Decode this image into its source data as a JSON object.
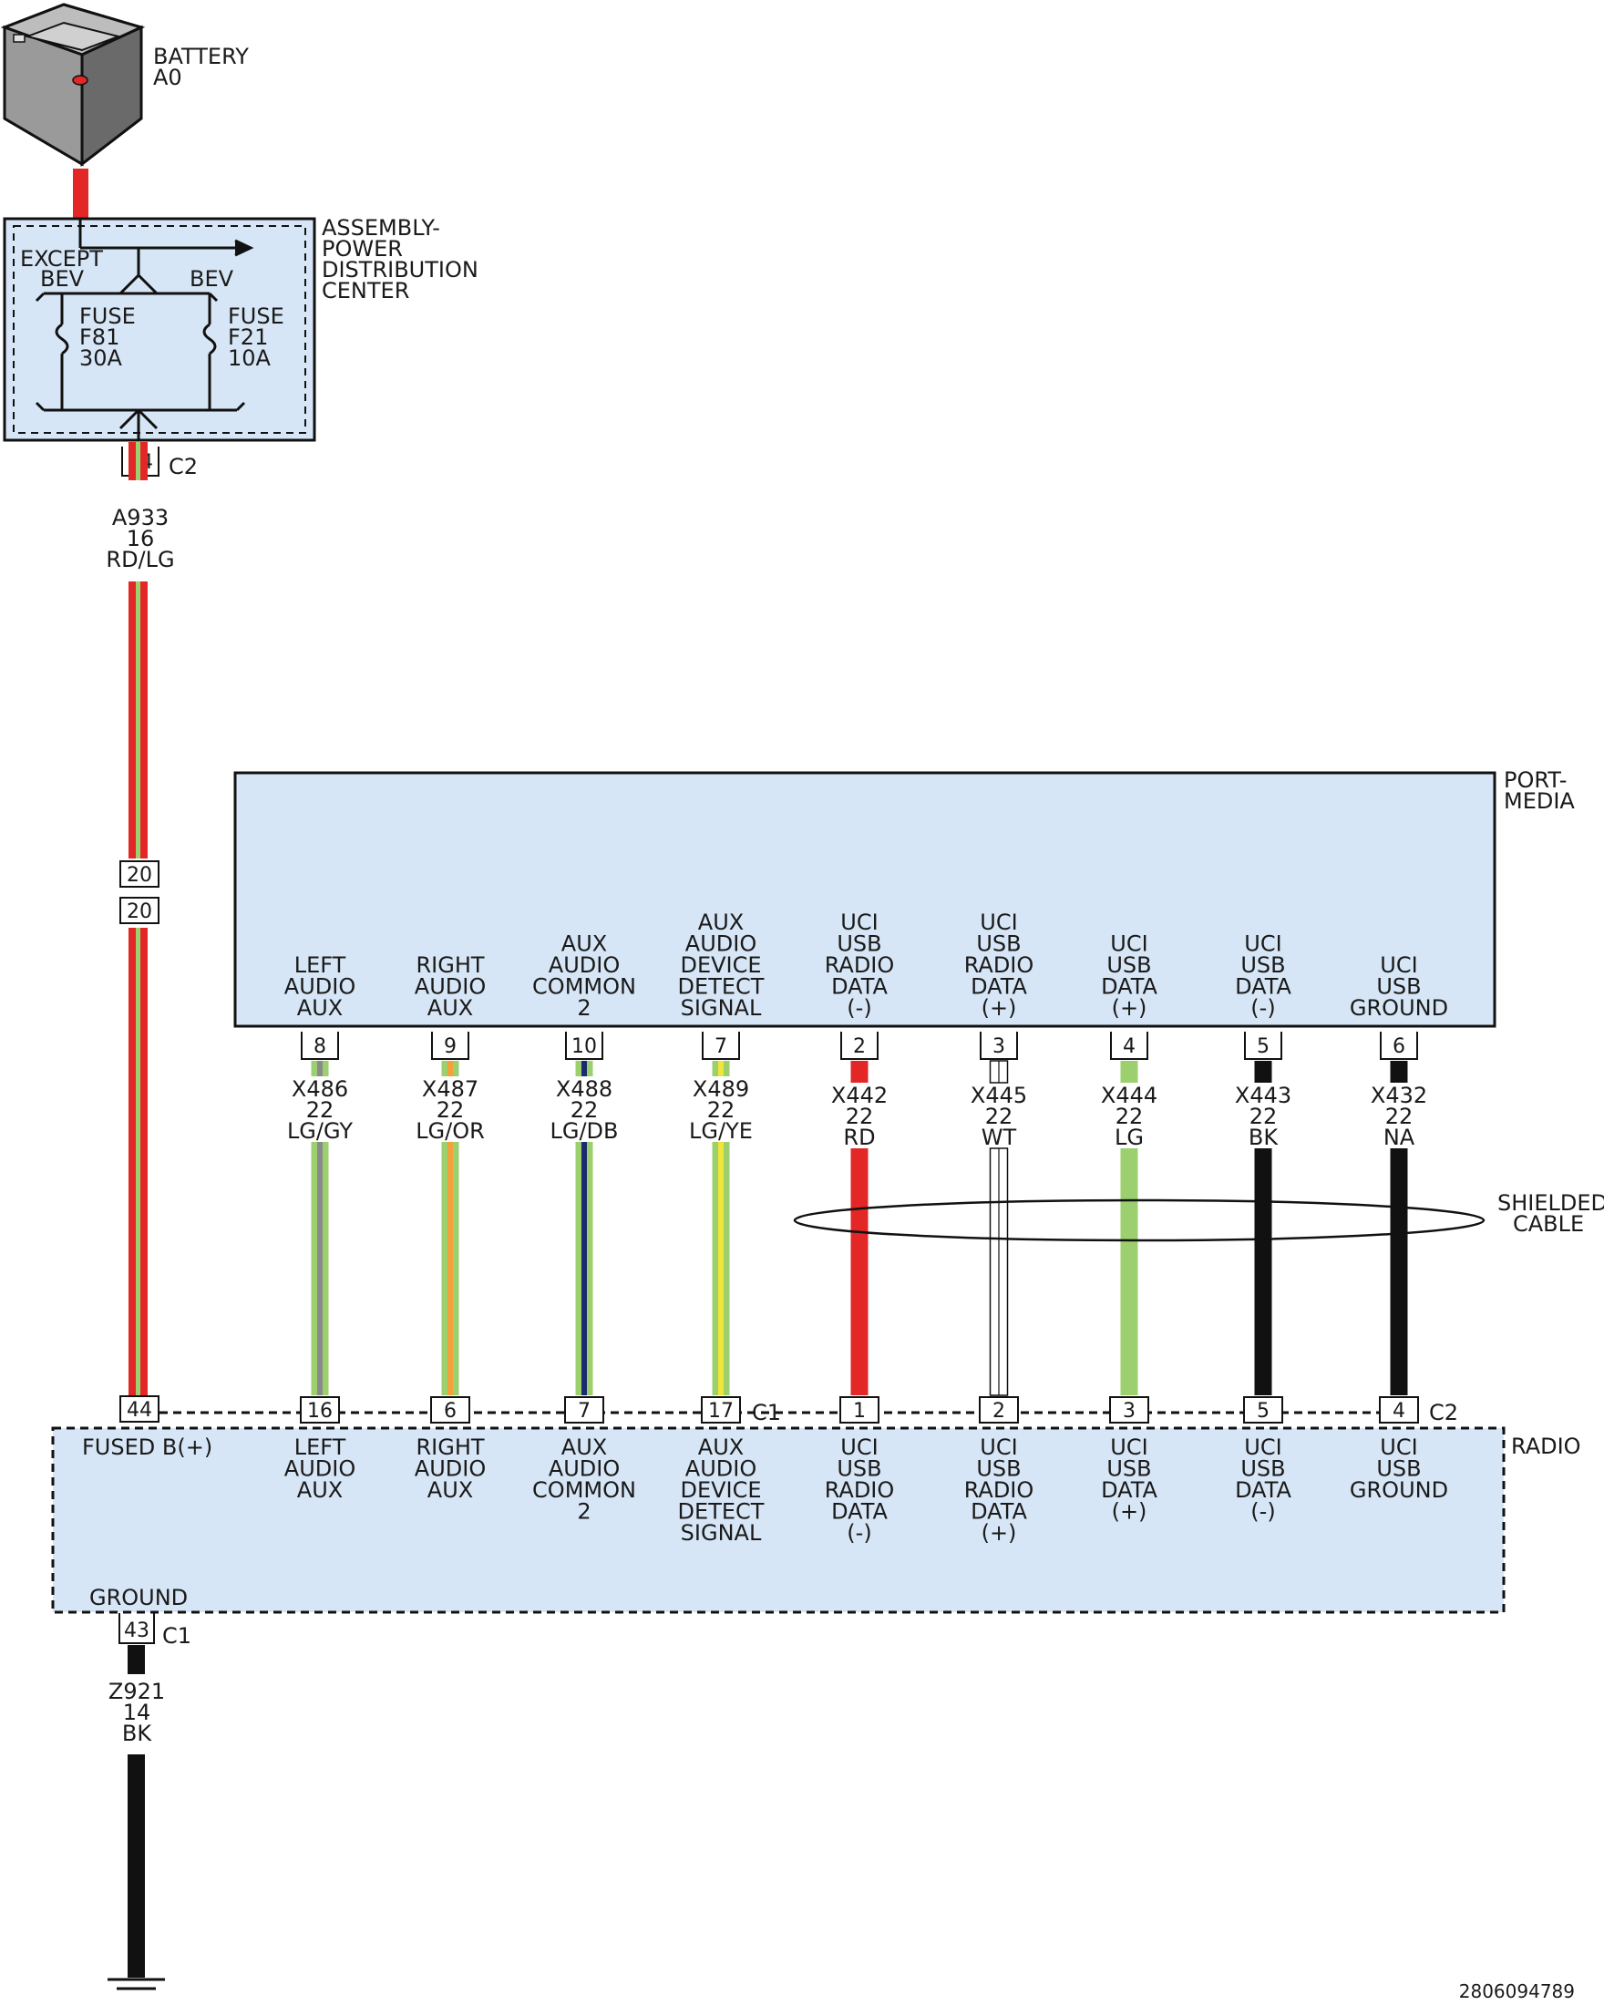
{
  "battery": {
    "name": "BATTERY",
    "id": "A0"
  },
  "pdc": {
    "title": [
      "ASSEMBLY-",
      "POWER",
      "DISTRIBUTION",
      "CENTER"
    ],
    "left_branch": [
      "EXCEPT",
      "BEV"
    ],
    "right_branch": "BEV",
    "fuse_left": [
      "FUSE",
      "F81",
      "30A"
    ],
    "fuse_right": [
      "FUSE",
      "F21",
      "10A"
    ],
    "pin": "24",
    "connector": "C2"
  },
  "feed_wire": {
    "circuit": "A933",
    "gauge": "16",
    "color": "RD/LG",
    "inline_pin_top": "20",
    "inline_pin_bottom": "20",
    "colors": {
      "base": "#e32626",
      "stripe": "#9ccf6e"
    }
  },
  "port_media": {
    "title": [
      "PORT-",
      "MEDIA"
    ],
    "fill": "#d7e6f6",
    "pins": [
      {
        "pin": "8",
        "label": [
          "LEFT",
          "AUDIO",
          "AUX"
        ]
      },
      {
        "pin": "9",
        "label": [
          "RIGHT",
          "AUDIO",
          "AUX"
        ]
      },
      {
        "pin": "10",
        "label": [
          "AUX",
          "AUDIO",
          "COMMON",
          "2"
        ]
      },
      {
        "pin": "7",
        "label": [
          "AUX",
          "AUDIO",
          "DEVICE",
          "DETECT",
          "SIGNAL"
        ]
      },
      {
        "pin": "2",
        "label": [
          "UCI",
          "USB",
          "RADIO",
          "DATA",
          "(-)"
        ]
      },
      {
        "pin": "3",
        "label": [
          "UCI",
          "USB",
          "RADIO",
          "DATA",
          "(+)"
        ]
      },
      {
        "pin": "4",
        "label": [
          "UCI",
          "USB",
          "DATA",
          "(+)"
        ]
      },
      {
        "pin": "5",
        "label": [
          "UCI",
          "USB",
          "DATA",
          "(-)"
        ]
      },
      {
        "pin": "6",
        "label": [
          "UCI",
          "USB",
          "GROUND"
        ]
      }
    ]
  },
  "wires": [
    {
      "circuit": "X486",
      "gauge": "22",
      "color": "LG/GY",
      "base": "#9ccf6e",
      "stripe": "#8a8a8a"
    },
    {
      "circuit": "X487",
      "gauge": "22",
      "color": "LG/OR",
      "base": "#9ccf6e",
      "stripe": "#f2a23a"
    },
    {
      "circuit": "X488",
      "gauge": "22",
      "color": "LG/DB",
      "base": "#9ccf6e",
      "stripe": "#1c2a6e"
    },
    {
      "circuit": "X489",
      "gauge": "22",
      "color": "LG/YE",
      "base": "#9ccf6e",
      "stripe": "#f0e53a"
    },
    {
      "circuit": "X442",
      "gauge": "22",
      "color": "RD",
      "base": "#e32626",
      "stripe": ""
    },
    {
      "circuit": "X445",
      "gauge": "22",
      "color": "WT",
      "base": "#ffffff",
      "stripe": ""
    },
    {
      "circuit": "X444",
      "gauge": "22",
      "color": "LG",
      "base": "#9ccf6e",
      "stripe": ""
    },
    {
      "circuit": "X443",
      "gauge": "22",
      "color": "BK",
      "base": "#111111",
      "stripe": ""
    },
    {
      "circuit": "X432",
      "gauge": "22",
      "color": "NA",
      "base": "#111111",
      "stripe": ""
    }
  ],
  "shield": [
    "SHIELDED",
    "CABLE"
  ],
  "radio": {
    "title": "RADIO",
    "fill": "#d7e6f6",
    "fused_pin": "44",
    "fused_label": "FUSED B(+)",
    "connector_c1": "C1",
    "connector_c2": "C2",
    "pins": [
      {
        "pin": "16",
        "label": [
          "LEFT",
          "AUDIO",
          "AUX"
        ]
      },
      {
        "pin": "6",
        "label": [
          "RIGHT",
          "AUDIO",
          "AUX"
        ]
      },
      {
        "pin": "7",
        "label": [
          "AUX",
          "AUDIO",
          "COMMON",
          "2"
        ]
      },
      {
        "pin": "17",
        "label": [
          "AUX",
          "AUDIO",
          "DEVICE",
          "DETECT",
          "SIGNAL"
        ]
      },
      {
        "pin": "1",
        "label": [
          "UCI",
          "USB",
          "RADIO",
          "DATA",
          "(-)"
        ]
      },
      {
        "pin": "2",
        "label": [
          "UCI",
          "USB",
          "RADIO",
          "DATA",
          "(+)"
        ]
      },
      {
        "pin": "3",
        "label": [
          "UCI",
          "USB",
          "DATA",
          "(+)"
        ]
      },
      {
        "pin": "5",
        "label": [
          "UCI",
          "USB",
          "DATA",
          "(-)"
        ]
      },
      {
        "pin": "4",
        "label": [
          "UCI",
          "USB",
          "GROUND"
        ]
      }
    ],
    "ground_label": "GROUND",
    "ground_pin": "43",
    "ground_connector": "C1"
  },
  "ground_wire": {
    "circuit": "Z921",
    "gauge": "14",
    "color": "BK"
  },
  "figure_id": "2806094789"
}
